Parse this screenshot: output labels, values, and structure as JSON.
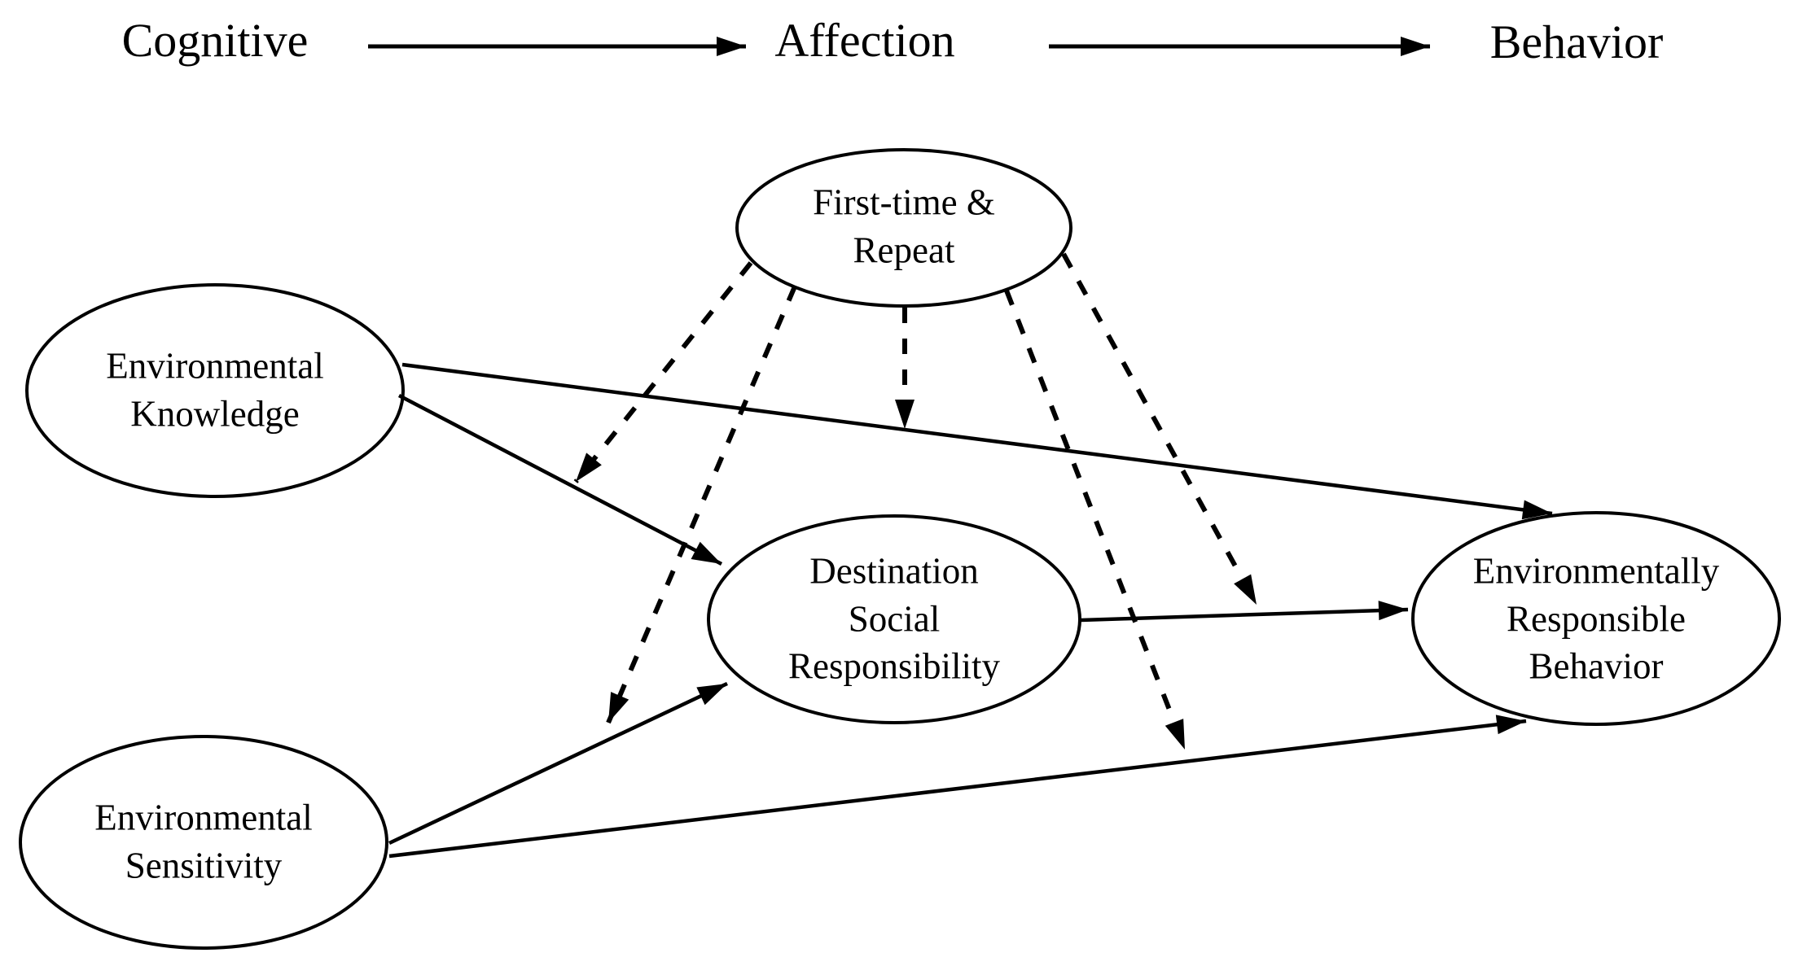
{
  "diagram": {
    "stage_labels": [
      "Cognitive",
      "Affection",
      "Behavior"
    ],
    "nodes": {
      "first_time_repeat": {
        "label": "First-time &\nRepeat"
      },
      "environmental_knowledge": {
        "label": "Environmental\nKnowledge"
      },
      "environmental_sensitivity": {
        "label": "Environmental\nSensitivity"
      },
      "destination_social_responsibility": {
        "label": "Destination\nSocial\nResponsibility"
      },
      "environmentally_responsible_behavior": {
        "label": "Environmentally\nResponsible\nBehavior"
      }
    },
    "edges": {
      "stage_flow": [
        {
          "from": "Cognitive",
          "to": "Affection",
          "style": "solid"
        },
        {
          "from": "Affection",
          "to": "Behavior",
          "style": "solid"
        }
      ],
      "solid": [
        {
          "from": "Environmental Knowledge",
          "to": "Destination Social Responsibility"
        },
        {
          "from": "Environmental Knowledge",
          "to": "Environmentally Responsible Behavior"
        },
        {
          "from": "Environmental Sensitivity",
          "to": "Destination Social Responsibility"
        },
        {
          "from": "Environmental Sensitivity",
          "to": "Environmentally Responsible Behavior"
        },
        {
          "from": "Destination Social Responsibility",
          "to": "Environmentally Responsible Behavior"
        }
      ],
      "dashed_moderation": [
        {
          "from": "First-time & Repeat",
          "targets_path": "Environmental Knowledge -> Destination Social Responsibility"
        },
        {
          "from": "First-time & Repeat",
          "targets_path": "Environmental Sensitivity -> Destination Social Responsibility"
        },
        {
          "from": "First-time & Repeat",
          "targets_path": "Environmental Knowledge -> Environmentally Responsible Behavior"
        },
        {
          "from": "First-time & Repeat",
          "targets_path": "Destination Social Responsibility -> Environmentally Responsible Behavior"
        },
        {
          "from": "First-time & Repeat",
          "targets_path": "Environmental Sensitivity -> Environmentally Responsible Behavior"
        }
      ]
    },
    "colors": {
      "ink": "#000000",
      "background": "#ffffff"
    }
  }
}
